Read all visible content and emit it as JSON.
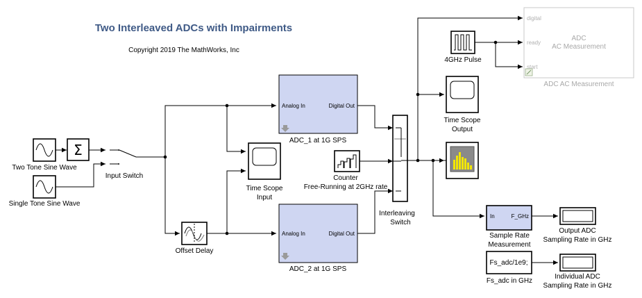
{
  "diagram": {
    "title": "Two Interleaved ADCs with Impairments",
    "copyright": "Copyright 2019 The MathWorks, Inc",
    "blocks": {
      "two_tone": {
        "label": "Two Tone Sine Wave"
      },
      "single_tone": {
        "label": "Single Tone Sine Wave"
      },
      "sum": {
        "symbol": "Σ"
      },
      "input_switch": {
        "label": "Input Switch"
      },
      "offset_delay": {
        "label": "Offset Delay"
      },
      "adc1": {
        "label": "ADC_1 at 1G SPS",
        "in_port": "Analog In",
        "out_port": "Digital Out"
      },
      "adc2": {
        "label": "ADC_2 at 1G SPS",
        "in_port": "Analog In",
        "out_port": "Digital Out"
      },
      "scope_input": {
        "label_line1": "Time Scope",
        "label_line2": "Input"
      },
      "counter": {
        "label_line1": "Counter",
        "label_line2": "Free-Running at 2GHz rate"
      },
      "interleaving_switch": {
        "label_line1": "Interleaving",
        "label_line2": "Switch"
      },
      "scope_output": {
        "label_line1": "Time Scope",
        "label_line2": "Output"
      },
      "pulse": {
        "label": "4GHz Pulse"
      },
      "adc_ac": {
        "title_line1": "ADC",
        "title_line2": "AC Measurement",
        "label": "ADC AC Measurement",
        "port_digital": "digital",
        "port_ready": "ready",
        "port_start": "start"
      },
      "sample_rate": {
        "label_line1": "Sample Rate",
        "label_line2": "Measurement",
        "in_port": "In",
        "out_port": "F_GHz"
      },
      "output_display": {
        "label_line1": "Output ADC",
        "label_line2": "Sampling Rate in GHz"
      },
      "fs_const": {
        "value": "Fs_adc/1e9;",
        "label": "Fs_adc in GHz"
      },
      "individual_display": {
        "label_line1": "Individual ADC",
        "label_line2": "Sampling Rate in GHz"
      }
    },
    "colors": {
      "title": "#3f5a86",
      "subsystem_fill": "#cfd6f2",
      "spectrum_bg": "#8a8a8a",
      "spectrum_bars": "#f2e600",
      "disabled_block": "#c8c8c8"
    }
  }
}
